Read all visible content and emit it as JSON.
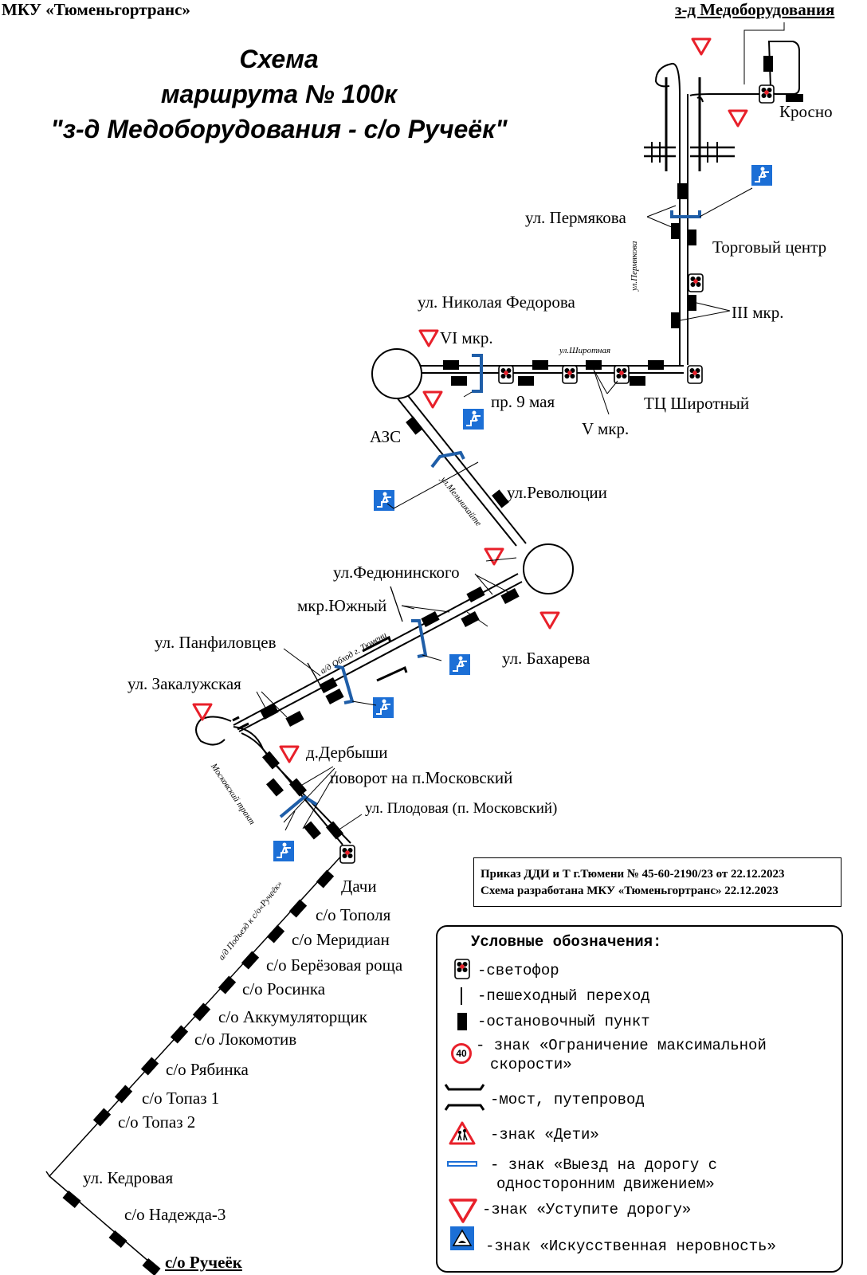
{
  "header": {
    "org": "МКУ «Тюменьгортранс»",
    "start_stop": "з-д Медоборудования",
    "title_line1": "Схема",
    "title_line2": "маршрута № 100к",
    "title_line3": "\"з-д Медоборудования - с/о Ручеёк\""
  },
  "stops": {
    "krosno": "Кросно",
    "permyakova": "ул. Пермякова",
    "trade_center": "Торговый центр",
    "mkr3": "III мкр.",
    "nikolay_fedorov": "ул. Николая Федорова",
    "mkr6": "VI мкр.",
    "pr9maya": "пр. 9 мая",
    "mkr5": "V мкр.",
    "tc_shirotny": "ТЦ Широтный",
    "azs": "АЗС",
    "revolution": "ул.Революции",
    "fedyuninskogo": "ул.Федюнинского",
    "mkr_yuzhny": "мкр.Южный",
    "panfilovtsev": "ул. Панфиловцев",
    "bakhareva": "ул. Бахарева",
    "zakaluzhskaya": "ул. Закалужская",
    "derbyshi": "д.Дербыши",
    "povorot": "поворот на п.Московский",
    "plodovaya": "ул. Плодовая (п. Московский)",
    "dachi": "Дачи",
    "topolya": "с/о Тополя",
    "meridian": "с/о Меридиан",
    "berezovaya": "с/о Берёзовая роща",
    "rosinka": "с/о Росинка",
    "akkum": "с/о Аккумуляторщик",
    "lokomotiv": "с/о Локомотив",
    "ryabinka": "с/о Рябинка",
    "topaz1": "с/о Топаз 1",
    "topaz2": "с/о Топаз 2",
    "kedrovaya": "ул. Кедровая",
    "nadezhda": "с/о Надежда-3",
    "rucheek": "с/о Ручеёк"
  },
  "streets": {
    "permyakova": "ул.Пермякова",
    "shirotnaya": "ул.Широтная",
    "melnikaite": "ул.Мельникайте",
    "obkhod": "а/д Обход г. Тюмени",
    "moskovsky_trakt": "Московский тракт",
    "podezd": "а/д Подъезд к с/о«Ручеёк»"
  },
  "order": {
    "line1": "Приказ ДДИ и Т г.Тюмени № 45-60-2190/23  от 22.12.2023",
    "line2": "Схема разработана МКУ «Тюменьгортранс» 22.12.2023"
  },
  "legend": {
    "title": "Условные обозначения:",
    "items": [
      {
        "icon": "traffic-light-icon",
        "text": "-светофор"
      },
      {
        "icon": "crosswalk-icon",
        "text": "-пешеходный переход"
      },
      {
        "icon": "bus-stop-icon",
        "text": "-остановочный пункт"
      },
      {
        "icon": "speed-limit-icon",
        "text": "- знак «Ограничение максимальной",
        "text2": "скорости»",
        "speed": "40"
      },
      {
        "icon": "bridge-icon",
        "text": "-мост, путепровод"
      },
      {
        "icon": "children-sign-icon",
        "text": "-знак «Дети»"
      },
      {
        "icon": "one-way-exit-icon",
        "text": "- знак «Выезд на дорогу с",
        "text2": "односторонним движением»"
      },
      {
        "icon": "yield-sign-icon",
        "text": "-знак «Уступите дорогу»"
      },
      {
        "icon": "speed-bump-icon",
        "text": "-знак «Искусственная неровность»"
      }
    ]
  },
  "colors": {
    "sign_red": "#e8202a",
    "sign_blue": "#1c6fd6",
    "exit_blue": "#1f5ea8",
    "ink": "#000000"
  }
}
